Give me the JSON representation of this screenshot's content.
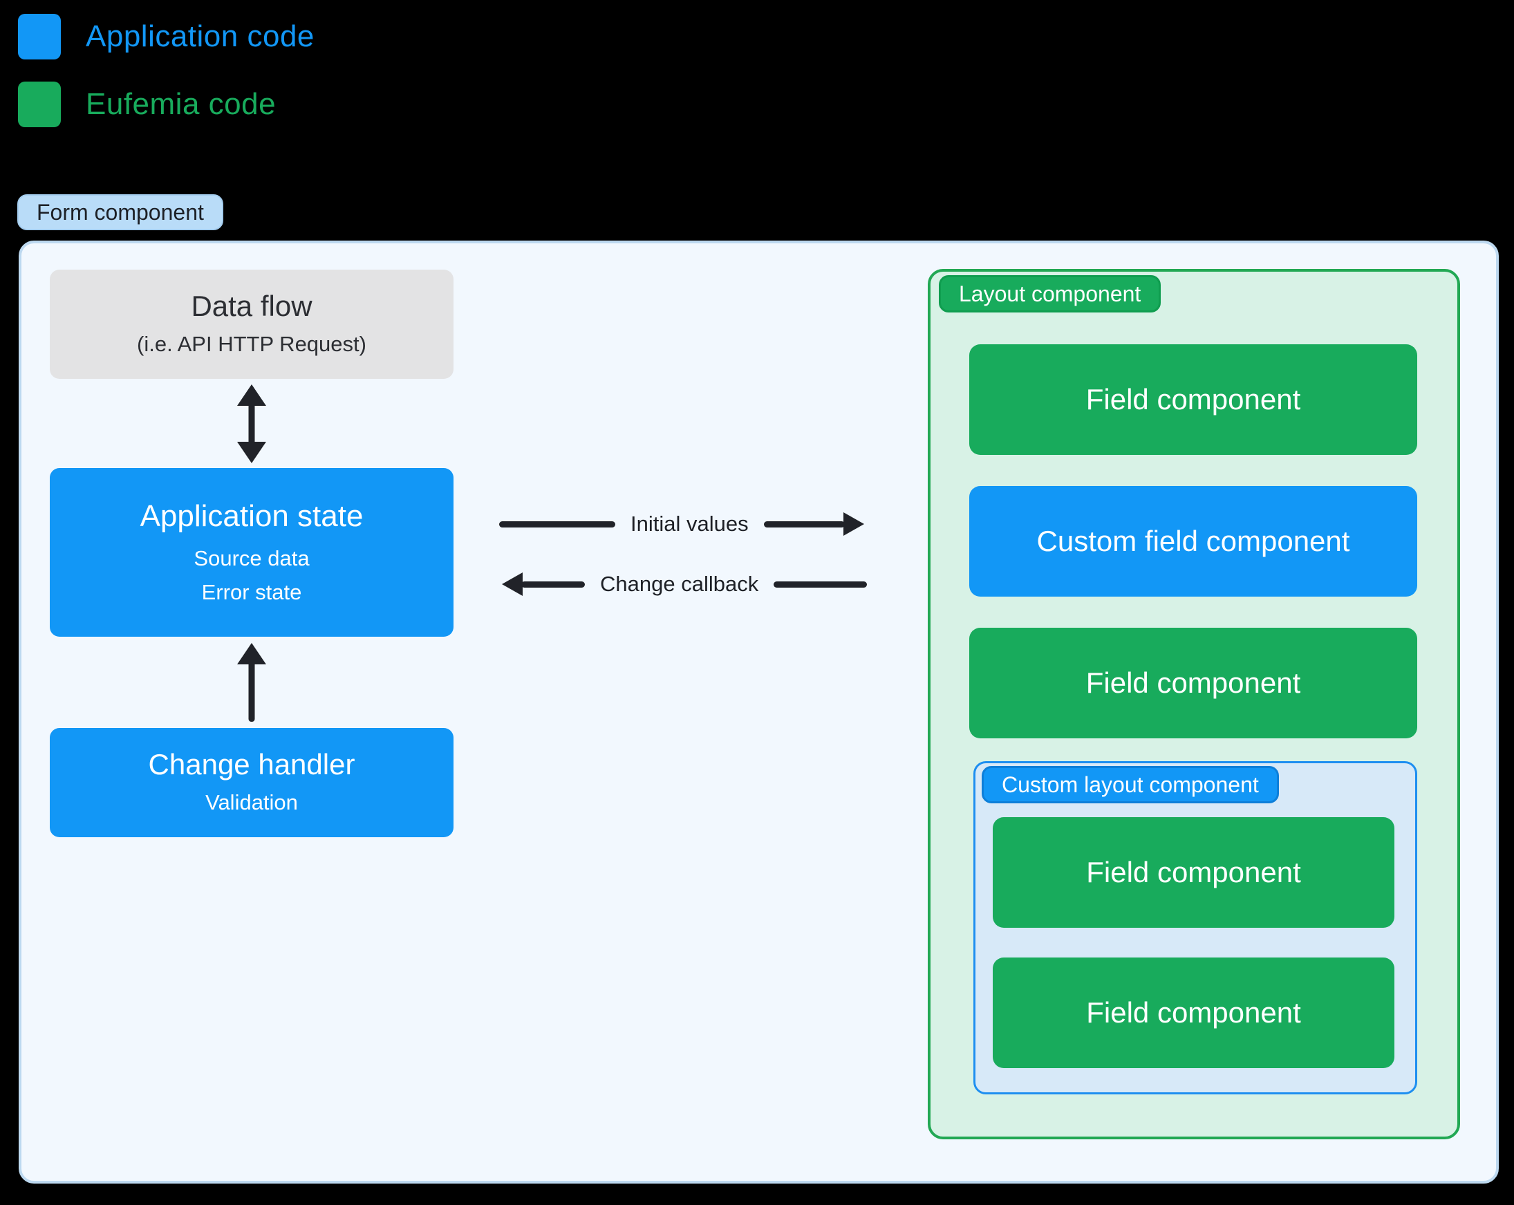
{
  "colors": {
    "app-blue": "#1297f6",
    "eufemia-green": "#18ab5c",
    "green-border": "#22a854",
    "green-tint": "#d8f2e6",
    "panel-bg": "#f2f8fe",
    "panel-border": "#bdd9f0",
    "chip-blue-bg": "#b9dcf8",
    "custom-layout-bg": "#d7e9f8",
    "custom-layout-border": "#1e8ff0",
    "gray-box-bg": "#e3e3e4",
    "arrow-dark": "#212329",
    "text-dark": "#1d2026"
  },
  "legend": {
    "application_code": "Application code",
    "eufemia_code": "Eufemia code"
  },
  "form_component": {
    "label": "Form component",
    "data_flow": {
      "title": "Data flow",
      "subtitle": "(i.e. API HTTP Request)"
    },
    "application_state": {
      "title": "Application state",
      "line_1": "Source data",
      "line_2": "Error state"
    },
    "change_handler": {
      "title": "Change handler",
      "subtitle": "Validation"
    },
    "flow_initial_values": "Initial values",
    "flow_change_callback": "Change callback",
    "layout_component": {
      "label": "Layout component",
      "field_1": "Field component",
      "custom_field": "Custom field component",
      "field_2": "Field component",
      "custom_layout": {
        "label": "Custom layout component",
        "field_1": "Field component",
        "field_2": "Field component"
      }
    }
  }
}
